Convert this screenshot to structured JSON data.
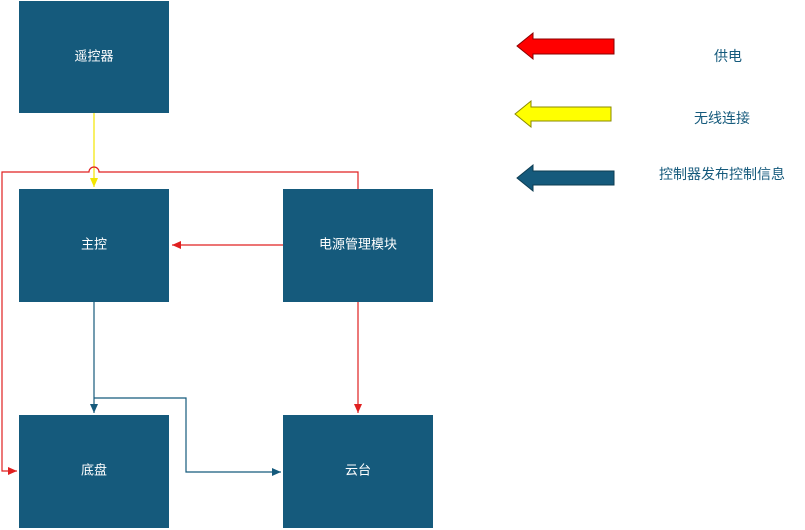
{
  "colors": {
    "node_fill": "#155a7c",
    "node_text": "#ffffff",
    "power": "#ff0000",
    "wireless": "#ffff00",
    "control": "#155a7c"
  },
  "nodes": {
    "remote": {
      "label": "遥控器"
    },
    "main": {
      "label": "主控"
    },
    "power_module": {
      "label": "电源管理模块"
    },
    "chassis": {
      "label": "底盘"
    },
    "gimbal": {
      "label": "云台"
    }
  },
  "legend": {
    "power": {
      "label": "供电",
      "icon": "red-left-arrow-icon"
    },
    "wireless": {
      "label": "无线连接",
      "icon": "yellow-left-arrow-icon"
    },
    "control": {
      "label": "控制器发布控制信息",
      "icon": "blue-left-arrow-icon"
    }
  }
}
